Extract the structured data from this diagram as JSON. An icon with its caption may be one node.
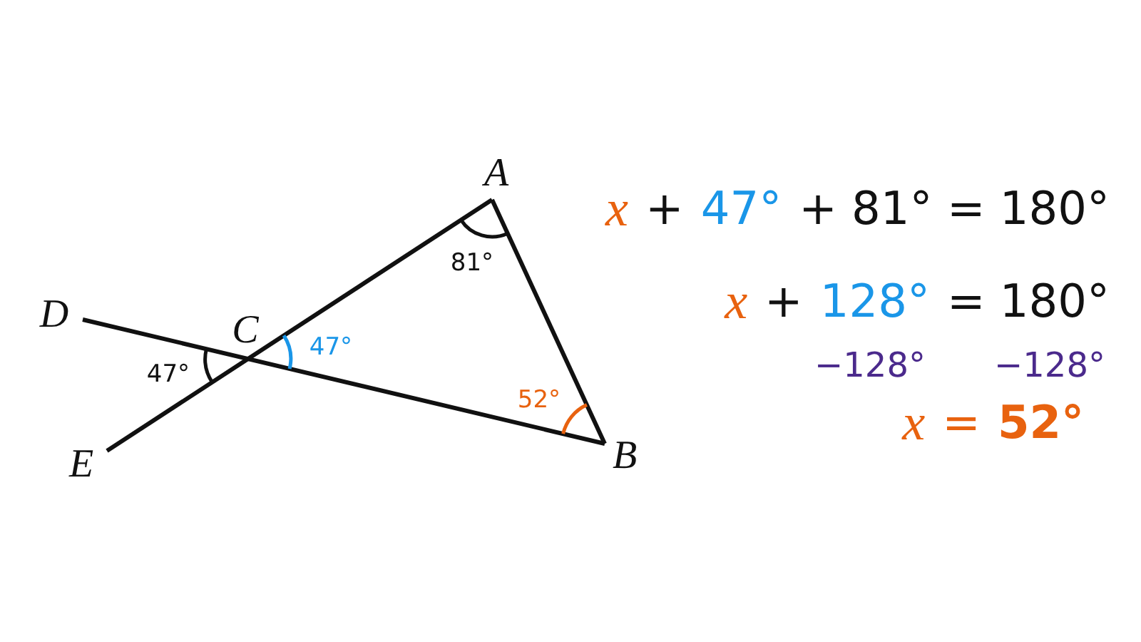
{
  "diagram": {
    "labels": [
      "A",
      "x",
      "+",
      "47°",
      "+ 81° = 180°",
      "81°",
      "D",
      "C",
      "x",
      "+",
      "128°",
      "= 180°",
      "47°",
      "47°",
      "−128°",
      "−128°",
      "E",
      "52°",
      "B",
      "x",
      "=",
      "52°"
    ]
  }
}
